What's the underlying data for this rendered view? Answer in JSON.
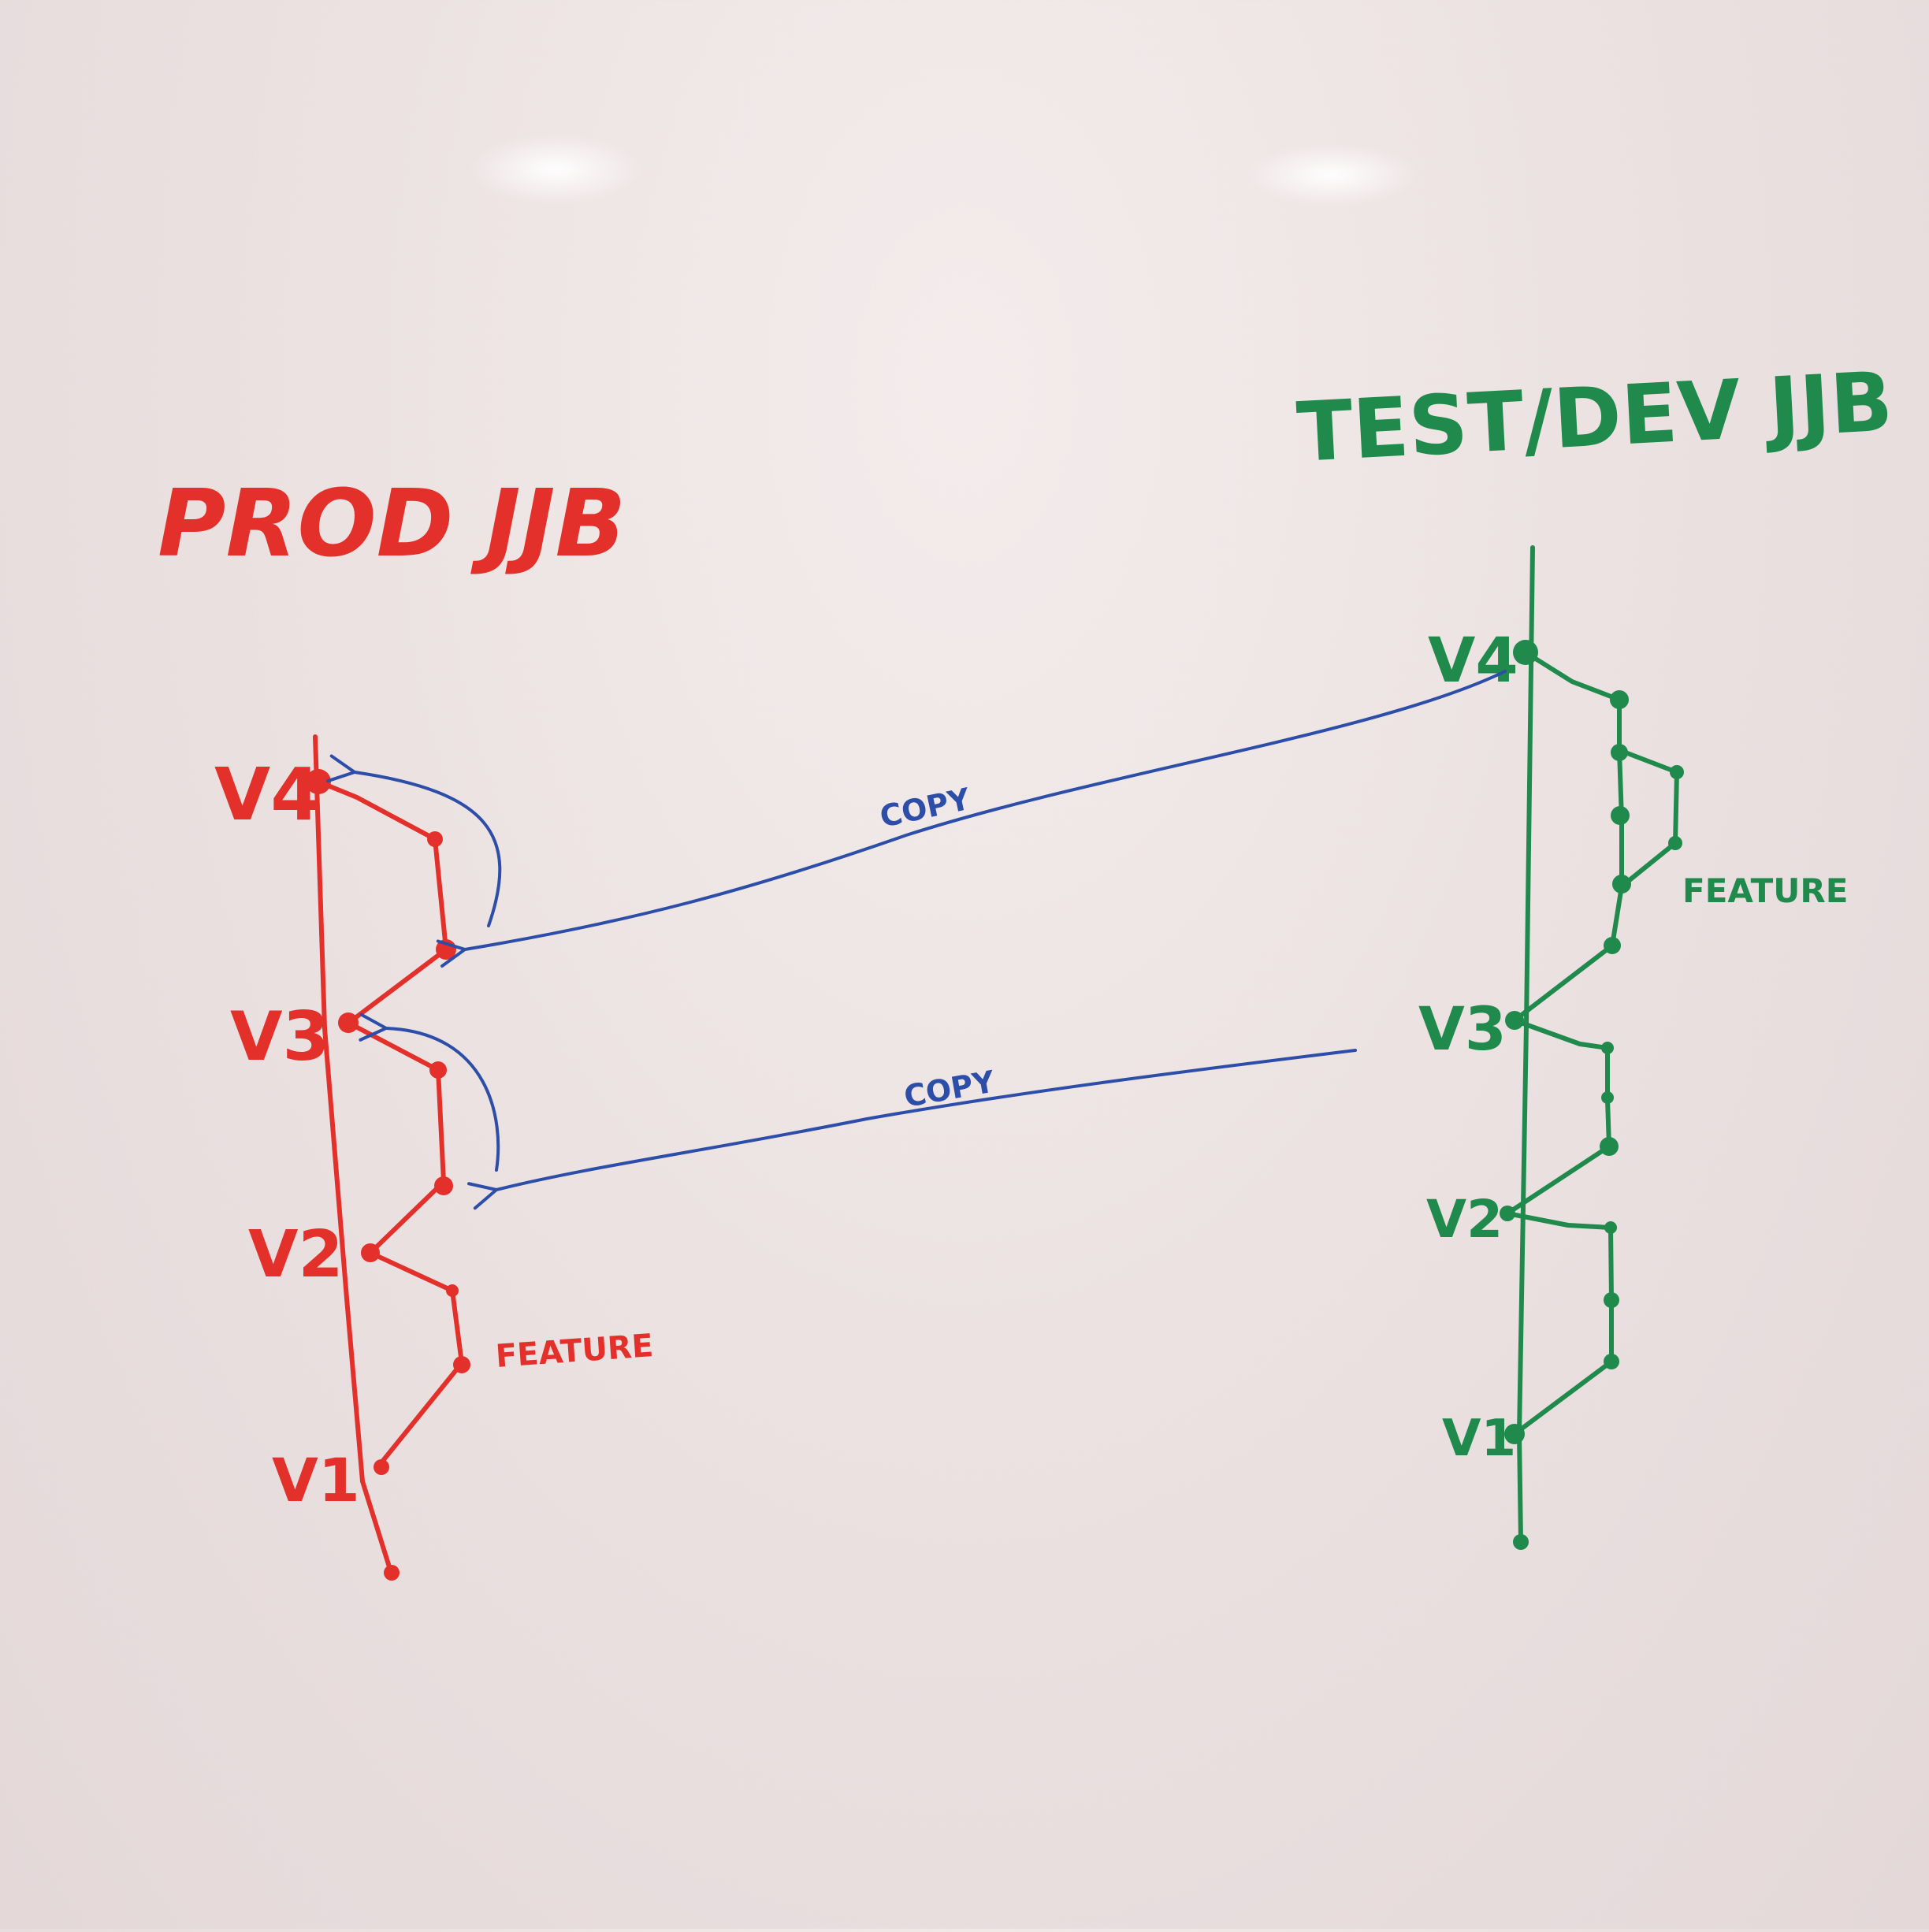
{
  "prod": {
    "title": "PROD JJB",
    "versions": [
      "V4",
      "V3",
      "V2",
      "V1"
    ],
    "feature_label": "FEATURE",
    "color": "#e3302b"
  },
  "dev": {
    "title": "TEST/DEV JJB",
    "versions": [
      "V4",
      "V3",
      "V2",
      "V1"
    ],
    "feature_label": "FEATURE",
    "color": "#1f8a4c"
  },
  "copy_arrows": {
    "labels": [
      "COPY",
      "COPY"
    ],
    "color": "#2c4ea8"
  }
}
